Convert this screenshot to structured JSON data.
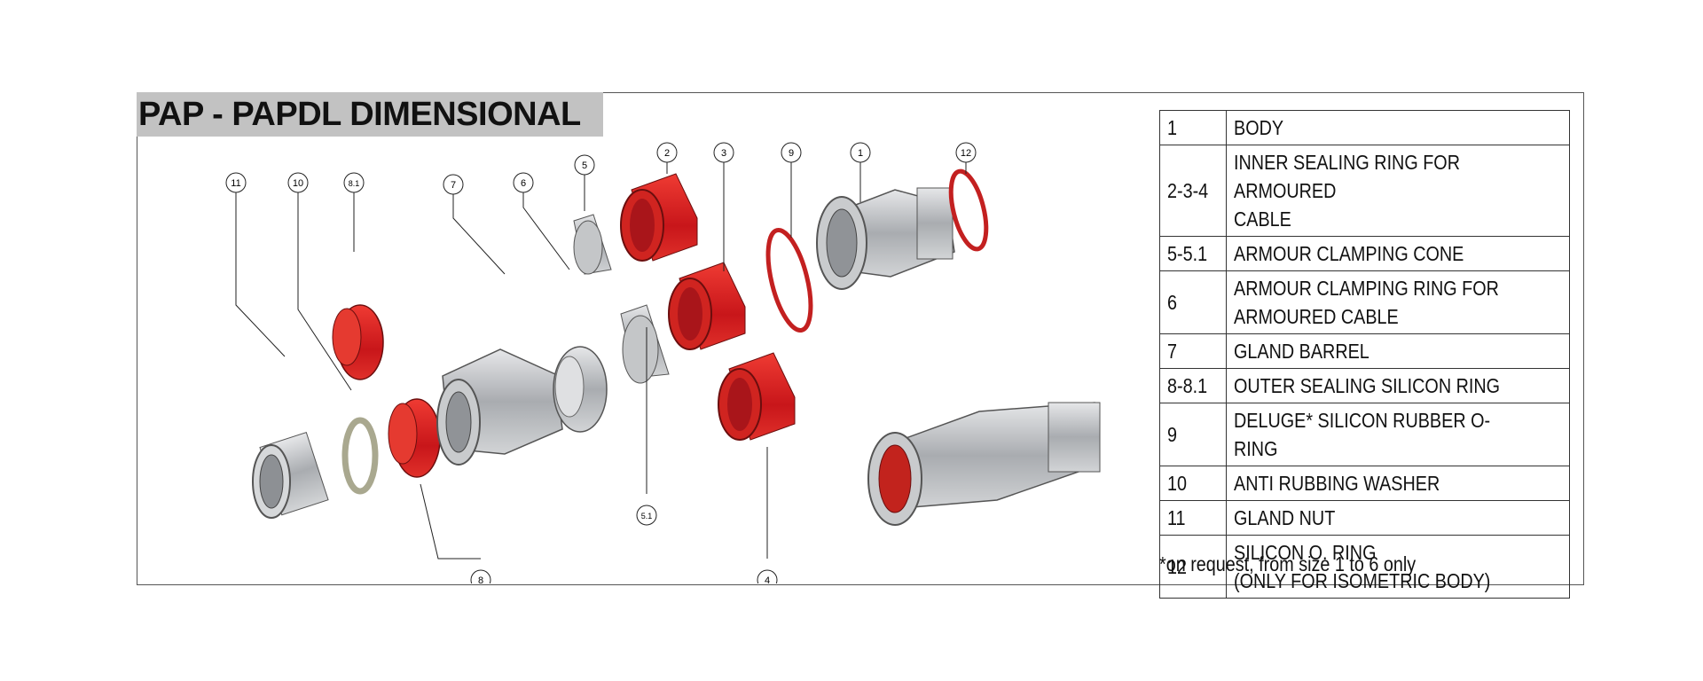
{
  "title": "PAP - PAPDL DIMENSIONAL",
  "callouts": [
    "11",
    "10",
    "8.1",
    "7",
    "6",
    "5",
    "2",
    "3",
    "9",
    "1",
    "12",
    "5.1",
    "8",
    "4"
  ],
  "legend": [
    {
      "num": "1",
      "desc": "BODY"
    },
    {
      "num": "2-3-4",
      "desc": "INNER SEALING RING FOR ARMOURED\nCABLE"
    },
    {
      "num": "5-5.1",
      "desc": "ARMOUR CLAMPING CONE"
    },
    {
      "num": "6",
      "desc": "ARMOUR CLAMPING RING FOR\nARMOURED CABLE"
    },
    {
      "num": "7",
      "desc": "GLAND BARREL"
    },
    {
      "num": "8-8.1",
      "desc": "OUTER SEALING SILICON RING"
    },
    {
      "num": "9",
      "desc": "DELUGE* SILICON RUBBER O-RING"
    },
    {
      "num": "10",
      "desc": "ANTI RUBBING WASHER"
    },
    {
      "num": "11",
      "desc": "GLAND NUT"
    },
    {
      "num": "12",
      "desc": "SILICON O. RING\n(ONLY FOR ISOMETRIC BODY)"
    }
  ],
  "note": "*on request, from size 1 to 6 only",
  "colors": {
    "red": "#d8231e",
    "metal": "#b9bcc0",
    "frame": "#555555",
    "title_bg": "#c2c2c2"
  }
}
